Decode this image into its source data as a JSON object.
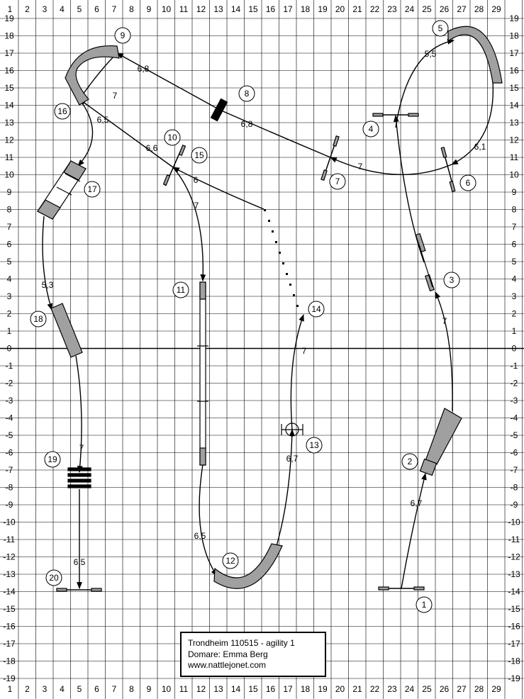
{
  "grid": {
    "x_labels": [
      "1",
      "2",
      "3",
      "4",
      "5",
      "6",
      "7",
      "8",
      "9",
      "10",
      "11",
      "12",
      "13",
      "14",
      "15",
      "16",
      "17",
      "18",
      "19",
      "20",
      "21",
      "22",
      "23",
      "24",
      "25",
      "26",
      "27",
      "28",
      "29"
    ],
    "y_labels": [
      "19",
      "18",
      "17",
      "16",
      "15",
      "14",
      "13",
      "12",
      "11",
      "10",
      "9",
      "8",
      "7",
      "6",
      "5",
      "4",
      "3",
      "2",
      "1",
      "0",
      "-1",
      "-2",
      "-3",
      "-4",
      "-5",
      "-6",
      "-7",
      "-8",
      "-9",
      "-10",
      "-11",
      "-12",
      "-13",
      "-14",
      "-15",
      "-16",
      "-17",
      "-18",
      "-19"
    ]
  },
  "obstacles": [
    {
      "number": "1"
    },
    {
      "number": "2"
    },
    {
      "number": "3"
    },
    {
      "number": "4"
    },
    {
      "number": "5"
    },
    {
      "number": "6"
    },
    {
      "number": "7"
    },
    {
      "number": "8"
    },
    {
      "number": "9"
    },
    {
      "number": "10"
    },
    {
      "number": "11"
    },
    {
      "number": "12"
    },
    {
      "number": "13"
    },
    {
      "number": "14"
    },
    {
      "number": "15"
    },
    {
      "number": "16"
    },
    {
      "number": "17"
    },
    {
      "number": "18"
    },
    {
      "number": "19"
    },
    {
      "number": "20"
    }
  ],
  "distances": [
    "6,7",
    "7",
    "5,5",
    "6,1",
    "7",
    "6,8",
    "6,8",
    "6,6",
    "7",
    "6,5",
    "6,5",
    "6,7",
    "7",
    "6",
    "7",
    "5,3",
    "7",
    "6,5"
  ],
  "info": {
    "line1": "Trondheim  110515 - agility 1",
    "line2": "Domare: Emma Berg",
    "line3": "www.nattlejonet.com"
  },
  "colors": {
    "grid": "#000000",
    "equipment_fill": "#a0a0a0",
    "background": "#ffffff"
  }
}
